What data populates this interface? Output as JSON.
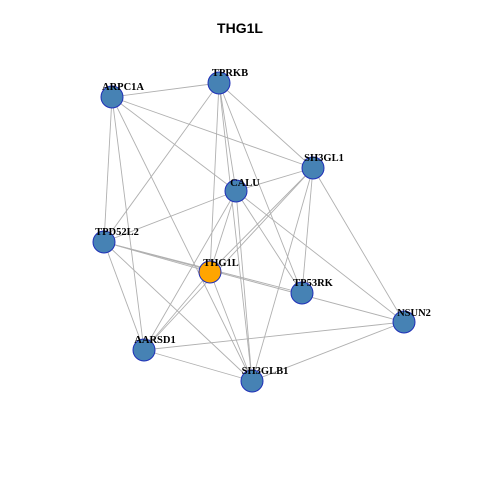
{
  "title": "THG1L",
  "colors": {
    "node_default": "#4682b4",
    "node_highlight": "#ffa500",
    "node_border": "#1f2fb8",
    "edge": "#b0b0b0"
  },
  "nodes": [
    {
      "id": "ARPC1A",
      "label": "ARPC1A",
      "highlight": false
    },
    {
      "id": "TPRKB",
      "label": "TPRKB",
      "highlight": false
    },
    {
      "id": "SH3GL1",
      "label": "SH3GL1",
      "highlight": false
    },
    {
      "id": "CALU",
      "label": "CALU",
      "highlight": false
    },
    {
      "id": "TPD52L2",
      "label": "TPD52L2",
      "highlight": false
    },
    {
      "id": "THG1L",
      "label": "THG1L",
      "highlight": true
    },
    {
      "id": "TP53RK",
      "label": "TP53RK",
      "highlight": false
    },
    {
      "id": "NSUN2",
      "label": "NSUN2",
      "highlight": false
    },
    {
      "id": "AARSD1",
      "label": "AARSD1",
      "highlight": false
    },
    {
      "id": "SH3GLB1",
      "label": "SH3GLB1",
      "highlight": false
    }
  ],
  "edges": [
    [
      "ARPC1A",
      "TPRKB"
    ],
    [
      "ARPC1A",
      "SH3GL1"
    ],
    [
      "ARPC1A",
      "CALU"
    ],
    [
      "ARPC1A",
      "TPD52L2"
    ],
    [
      "ARPC1A",
      "AARSD1"
    ],
    [
      "ARPC1A",
      "SH3GLB1"
    ],
    [
      "TPRKB",
      "SH3GL1"
    ],
    [
      "TPRKB",
      "CALU"
    ],
    [
      "TPRKB",
      "TPD52L2"
    ],
    [
      "TPRKB",
      "THG1L"
    ],
    [
      "TPRKB",
      "TP53RK"
    ],
    [
      "TPRKB",
      "SH3GLB1"
    ],
    [
      "SH3GL1",
      "CALU"
    ],
    [
      "SH3GL1",
      "THG1L"
    ],
    [
      "SH3GL1",
      "TP53RK"
    ],
    [
      "SH3GL1",
      "NSUN2"
    ],
    [
      "SH3GL1",
      "AARSD1"
    ],
    [
      "SH3GL1",
      "SH3GLB1"
    ],
    [
      "CALU",
      "TPD52L2"
    ],
    [
      "CALU",
      "THG1L"
    ],
    [
      "CALU",
      "TP53RK"
    ],
    [
      "CALU",
      "NSUN2"
    ],
    [
      "CALU",
      "AARSD1"
    ],
    [
      "CALU",
      "SH3GLB1"
    ],
    [
      "TPD52L2",
      "THG1L"
    ],
    [
      "TPD52L2",
      "TP53RK"
    ],
    [
      "TPD52L2",
      "NSUN2"
    ],
    [
      "TPD52L2",
      "AARSD1"
    ],
    [
      "TPD52L2",
      "SH3GLB1"
    ],
    [
      "THG1L",
      "AARSD1"
    ],
    [
      "THG1L",
      "SH3GLB1"
    ],
    [
      "AARSD1",
      "NSUN2"
    ],
    [
      "AARSD1",
      "SH3GLB1"
    ],
    [
      "SH3GLB1",
      "NSUN2"
    ]
  ]
}
